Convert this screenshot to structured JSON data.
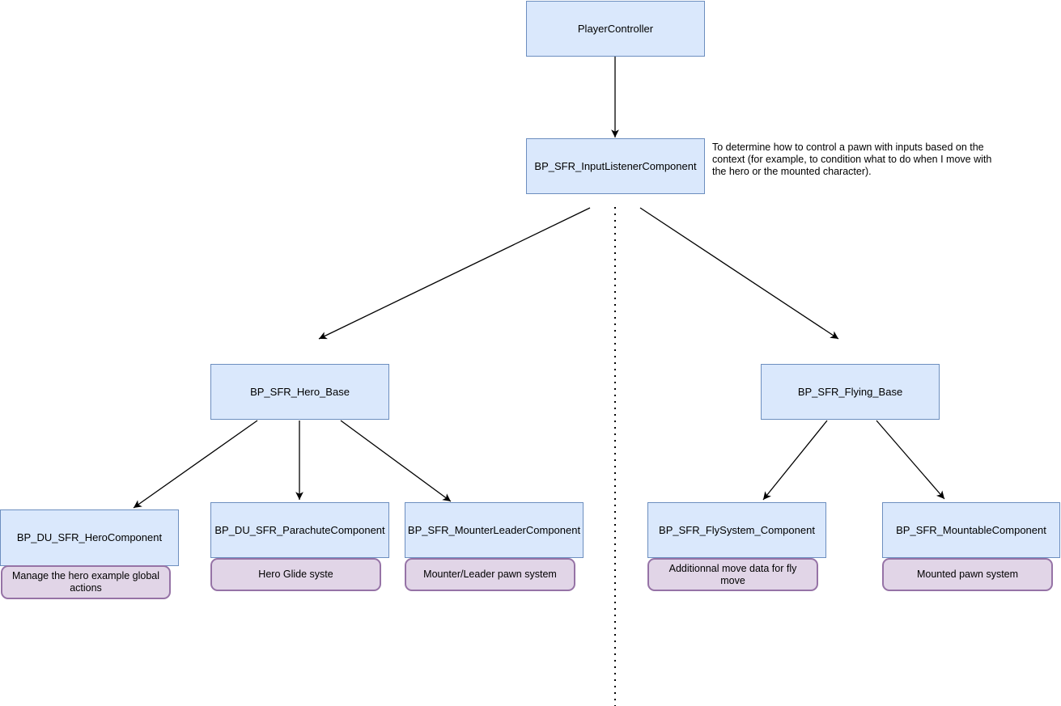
{
  "diagram": {
    "annotation": "To determine how to control a pawn with inputs based on the\ncontext (for example, to condition what to do when I move with\nthe hero or the mounted character).",
    "nodes": {
      "player_controller": {
        "label": "PlayerController"
      },
      "input_listener": {
        "label": "BP_SFR_InputListenerComponent"
      },
      "hero_base": {
        "label": "BP_SFR_Hero_Base"
      },
      "flying_base": {
        "label": "BP_SFR_Flying_Base"
      },
      "hero_component": {
        "label": "BP_DU_SFR_HeroComponent",
        "note": "Manage the hero example global actions"
      },
      "parachute_component": {
        "label": "BP_DU_SFR_ParachuteComponent",
        "note": "Hero Glide syste"
      },
      "mounter_leader_component": {
        "label": "BP_SFR_MounterLeaderComponent",
        "note": "Mounter/Leader pawn system"
      },
      "fly_system_component": {
        "label": "BP_SFR_FlySystem_Component",
        "note": "Additionnal move data for fly move"
      },
      "mountable_component": {
        "label": "BP_SFR_MountableComponent",
        "note": "Mounted pawn system"
      }
    },
    "edges": [
      {
        "from": "PlayerController",
        "to": "BP_SFR_InputListenerComponent"
      },
      {
        "from": "BP_SFR_InputListenerComponent",
        "to": "BP_SFR_Hero_Base"
      },
      {
        "from": "BP_SFR_InputListenerComponent",
        "to": "BP_SFR_Flying_Base"
      },
      {
        "from": "BP_SFR_Hero_Base",
        "to": "BP_DU_SFR_HeroComponent"
      },
      {
        "from": "BP_SFR_Hero_Base",
        "to": "BP_DU_SFR_ParachuteComponent"
      },
      {
        "from": "BP_SFR_Hero_Base",
        "to": "BP_SFR_MounterLeaderComponent"
      },
      {
        "from": "BP_SFR_Flying_Base",
        "to": "BP_SFR_FlySystem_Component"
      },
      {
        "from": "BP_SFR_Flying_Base",
        "to": "BP_SFR_MountableComponent"
      }
    ],
    "colors": {
      "node_fill": "#dae8fc",
      "node_border": "#6c8ebf",
      "note_fill": "#e1d5e7",
      "note_border": "#9673a6",
      "edge": "#000000"
    }
  }
}
